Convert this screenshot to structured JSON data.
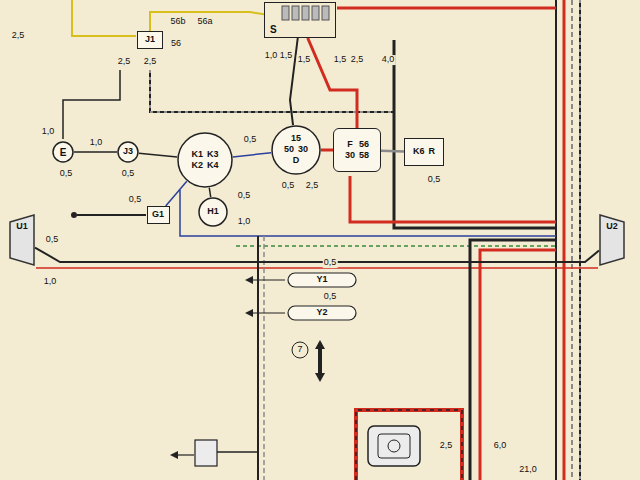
{
  "diagram": {
    "nodes": [
      {
        "text": [
          "J1"
        ]
      },
      {
        "text": [
          "S"
        ]
      },
      {
        "text": [
          "E"
        ]
      },
      {
        "text": [
          "J3"
        ]
      },
      {
        "text": [
          "K1",
          "K3",
          "K2",
          "K4"
        ]
      },
      {
        "text": [
          "15",
          "50",
          "30",
          "D"
        ]
      },
      {
        "text": [
          "F",
          "56",
          "30",
          "58"
        ]
      },
      {
        "text": [
          "K6",
          "R"
        ]
      },
      {
        "text": [
          "H1"
        ]
      },
      {
        "text": [
          "G1"
        ]
      },
      {
        "text": [
          "U1"
        ]
      },
      {
        "text": [
          "U2"
        ]
      },
      {
        "text": [
          "Y1"
        ]
      },
      {
        "text": [
          "Y2"
        ]
      }
    ],
    "edges": [
      {
        "from": 0,
        "to": 1,
        "arrow": "none"
      },
      {
        "from": 1,
        "to": 5,
        "arrow": "none"
      },
      {
        "from": 1,
        "to": 6,
        "arrow": "none"
      },
      {
        "from": 2,
        "to": 3,
        "arrow": "none"
      },
      {
        "from": 3,
        "to": 4,
        "arrow": "none"
      },
      {
        "from": 4,
        "to": 5,
        "arrow": "none"
      },
      {
        "from": 5,
        "to": 6,
        "arrow": "none"
      },
      {
        "from": 6,
        "to": 7,
        "arrow": "none"
      },
      {
        "from": 9,
        "to": 4,
        "arrow": "none"
      },
      {
        "from": 8,
        "to": 4,
        "arrow": "none"
      },
      {
        "from": 10,
        "to": 11,
        "arrow": "none"
      }
    ],
    "labels": [
      "2,5",
      "56b",
      "56a",
      "56",
      "2,5",
      "2,5",
      "1,0",
      "1,5",
      "1,5",
      "1,5",
      "2,5",
      "4,0",
      "1,0",
      "1,0",
      "0,5",
      "0,5",
      "0,5",
      "0,5",
      "0,5",
      "1,0",
      "0,5",
      "2,5",
      "0,5",
      "0,5",
      "1,0",
      "0,5",
      "0,5",
      "7",
      "2,5",
      "6,0",
      "21,0"
    ]
  }
}
